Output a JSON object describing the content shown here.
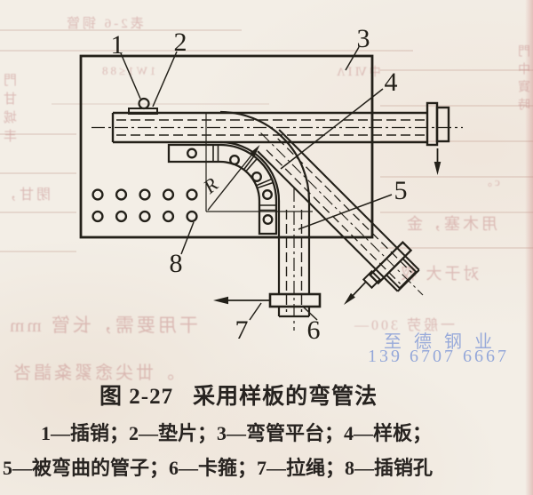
{
  "figure_caption": {
    "prefix": "图 2-27",
    "title": "采用样板的弯管法"
  },
  "legend": {
    "line1": "1—插销；2—垫片；3—弯管平台；4—样板；",
    "line2": "5—被弯曲的管子；6—卡箍；7—拉绳；8—插销孔",
    "items": [
      {
        "num": "1",
        "label": "插销"
      },
      {
        "num": "2",
        "label": "垫片"
      },
      {
        "num": "3",
        "label": "弯管平台"
      },
      {
        "num": "4",
        "label": "样板"
      },
      {
        "num": "5",
        "label": "被弯曲的管子"
      },
      {
        "num": "6",
        "label": "卡箍"
      },
      {
        "num": "7",
        "label": "拉绳"
      },
      {
        "num": "8",
        "label": "插销孔"
      }
    ]
  },
  "diagram": {
    "callouts": [
      "1",
      "2",
      "3",
      "4",
      "5",
      "6",
      "7",
      "8"
    ],
    "radius_label": "R",
    "ink_color": "#232019"
  },
  "watermark": {
    "company": "至德钢业",
    "phone": "139 6707 6667",
    "color": "#8aa0d8"
  },
  "bleedthrough": {
    "fragments": [
      "表2-6 铜管",
      "1W1≤88",
      "中ⅥⅠΛ",
      "門甘城丰",
      "閉甘，",
      "c。",
      "用木塞，金",
      "对于大 杈",
      "一般劳 300—",
      "干用要需，长管 mm",
      "。丗尖悆綤夈誯呇",
      "門中寶時"
    ]
  }
}
